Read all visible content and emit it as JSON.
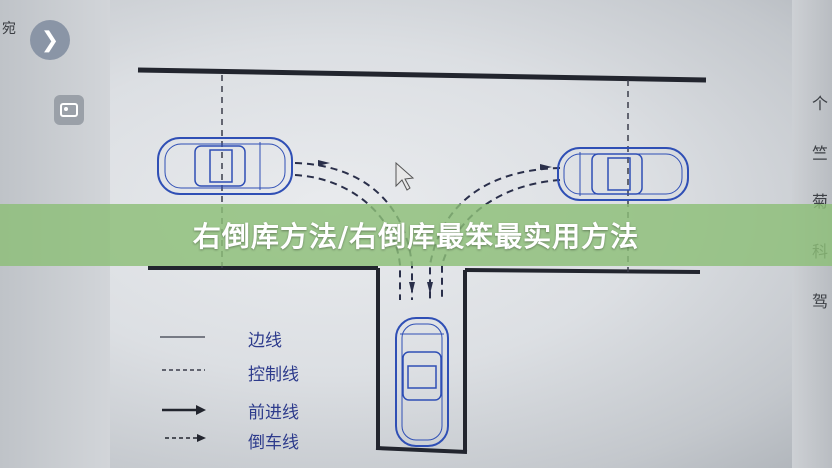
{
  "banner": {
    "title": "右倒库方法/右倒库最笨最实用方法"
  },
  "sidebar": {
    "fragment": "宛"
  },
  "right_panel": {
    "chars": [
      "个",
      "竺",
      "菊",
      "科",
      "驾"
    ]
  },
  "legend": {
    "items": [
      {
        "label": "边线"
      },
      {
        "label": "控制线"
      },
      {
        "label": "前进线"
      },
      {
        "label": "倒车线"
      }
    ]
  },
  "colors": {
    "banner_bg": "#8cbe78",
    "diagram_line": "#2a2f4a",
    "car_blue": "#2f4fb5"
  }
}
